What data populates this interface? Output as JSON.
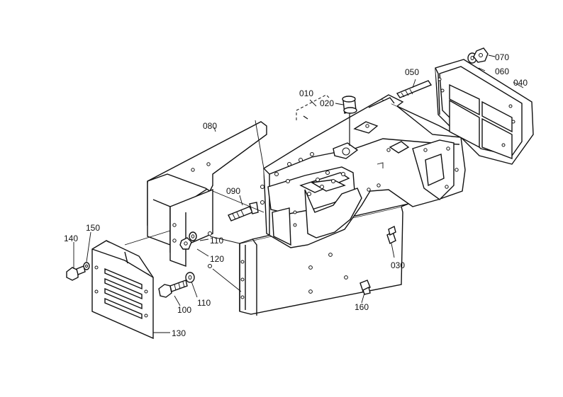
{
  "labels": {
    "p010": "010",
    "p020": "020",
    "p030": "030",
    "p040": "040",
    "p050": "050",
    "p060": "060",
    "p070": "070",
    "p080": "080",
    "p090": "090",
    "p100": "100",
    "p110a": "110",
    "p110b": "110",
    "p120": "120",
    "p130": "130",
    "p140": "140",
    "p150": "150",
    "p160": "160"
  },
  "colors": {
    "line": "#111111",
    "background": "#ffffff"
  }
}
